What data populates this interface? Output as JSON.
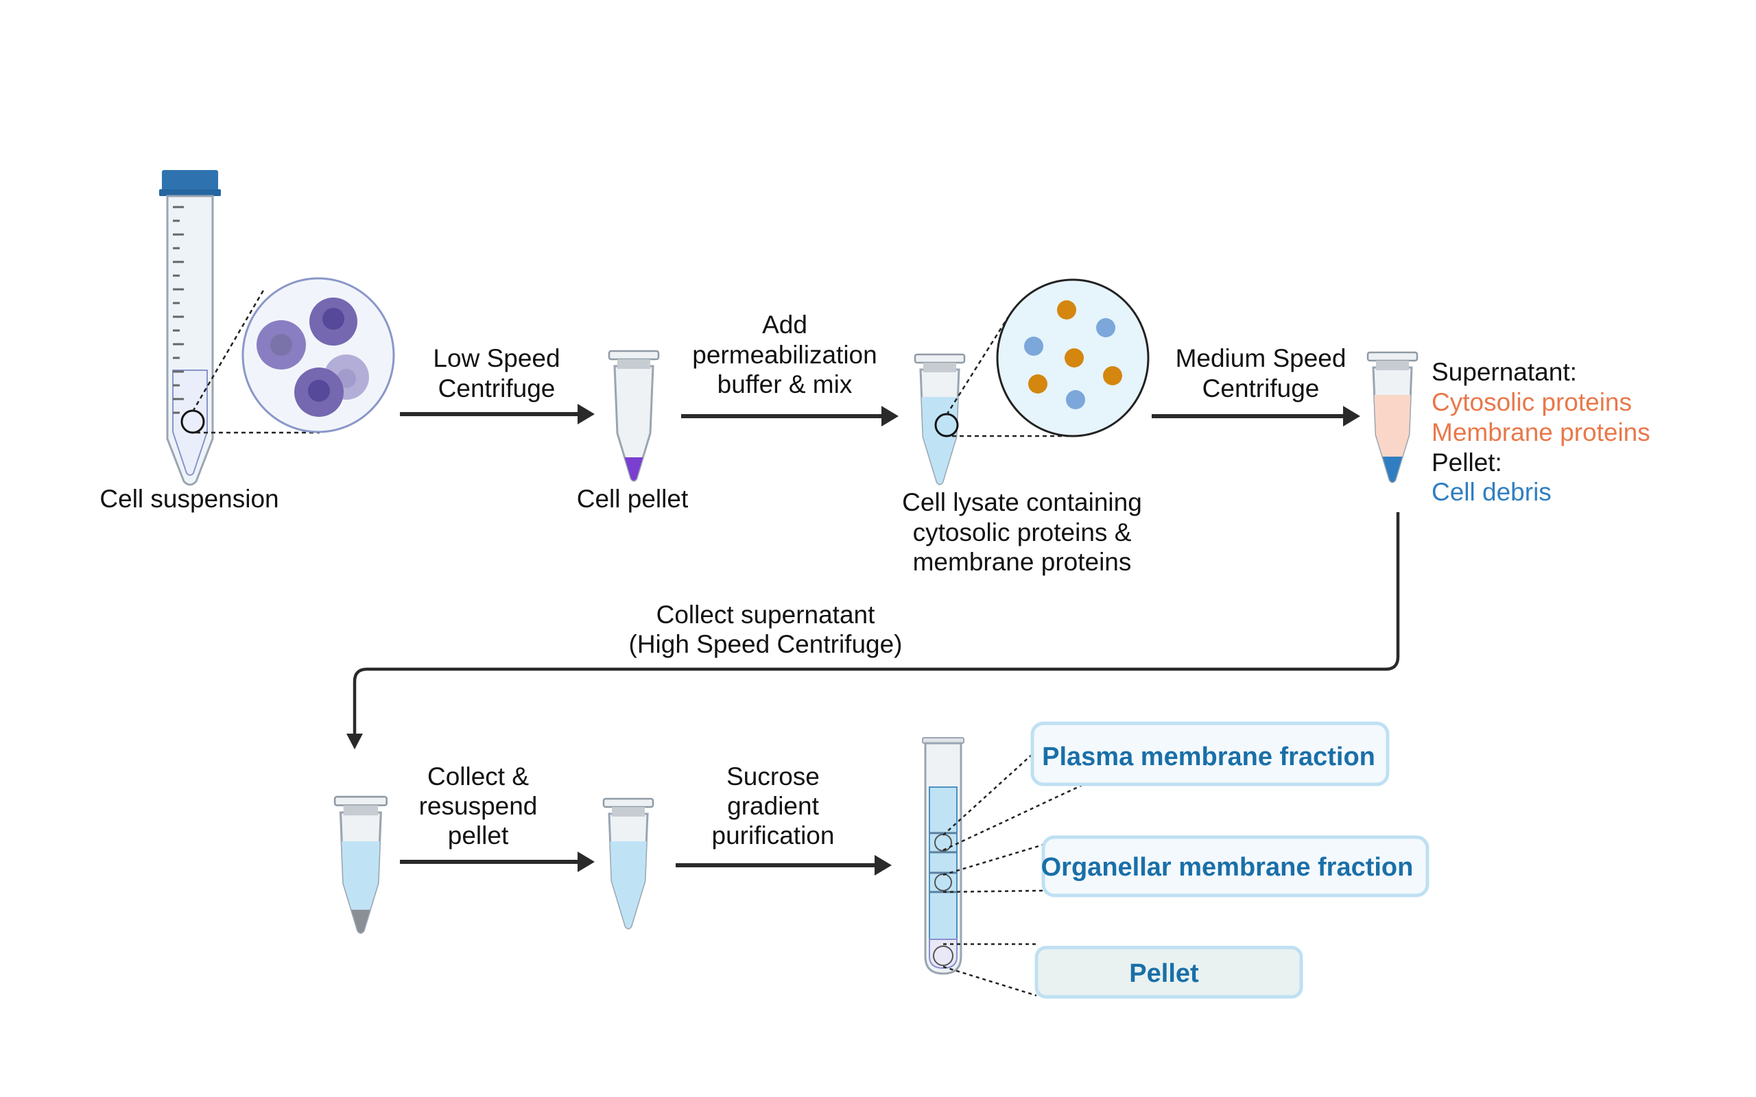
{
  "steps": {
    "cell_suspension": "Cell suspension",
    "low_speed": [
      "Low Speed",
      "Centrifuge"
    ],
    "cell_pellet": "Cell pellet",
    "add_buffer": [
      "Add",
      "permeabilization",
      "buffer & mix"
    ],
    "cell_lysate": [
      "Cell lysate containing",
      "cytosolic proteins &",
      "membrane proteins"
    ],
    "medium_speed": [
      "Medium Speed",
      "Centrifuge"
    ],
    "result": {
      "supernatant_label": "Supernatant:",
      "cytosolic": "Cytosolic proteins",
      "membrane": "Membrane proteins",
      "pellet_label": "Pellet:",
      "debris": "Cell debris"
    },
    "collect_supernatant": [
      "Collect supernatant",
      "(High Speed Centrifuge)"
    ],
    "collect_resuspend": [
      "Collect &",
      "resuspend",
      "pellet"
    ],
    "sucrose": [
      "Sucrose",
      "gradient",
      "purification"
    ]
  },
  "fractions": {
    "plasma": "Plasma membrane fraction",
    "organellar": "Organellar membrane fraction",
    "pellet": "Pellet"
  },
  "colors": {
    "orange": "#E8784A",
    "blue": "#2F7EC1",
    "box_text": "#1A6FA8",
    "cell_purple": "#6E5FAE",
    "cap_blue": "#2E73B0",
    "liquid_blue": "#BFE3F5",
    "protein_orange": "#D4860F",
    "protein_blue": "#7BA7DA"
  }
}
